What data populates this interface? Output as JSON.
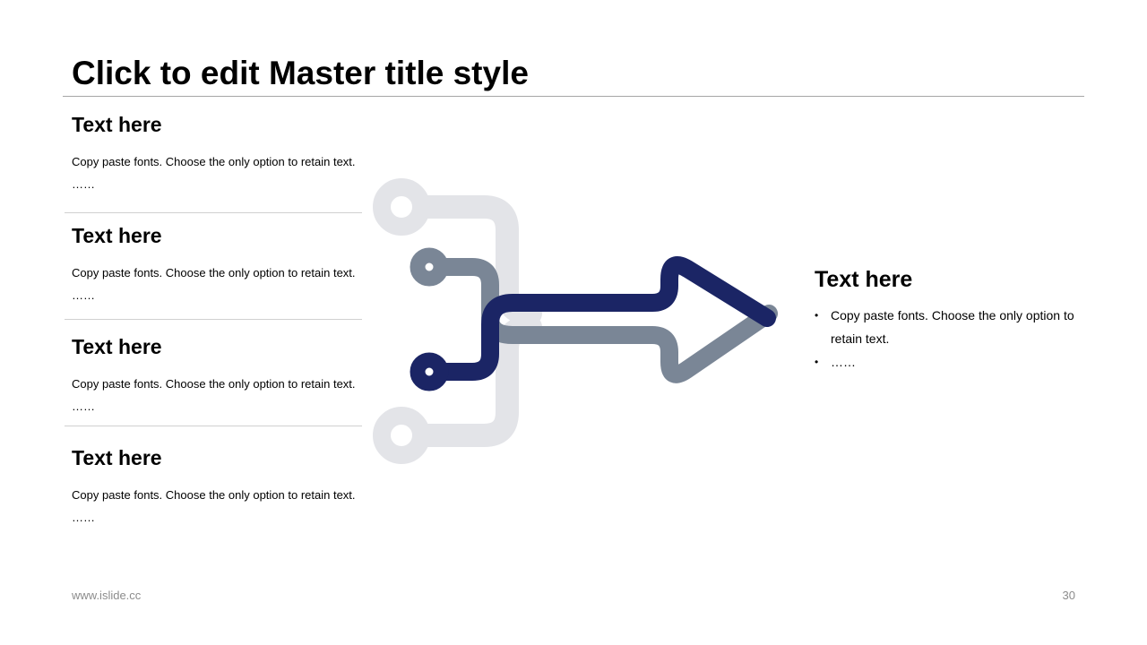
{
  "slide": {
    "title": "Click to edit Master title style",
    "items": [
      {
        "heading": "Text here",
        "line1": "Copy paste fonts. Choose the only option to retain text.",
        "line2": "……"
      },
      {
        "heading": "Text here",
        "line1": "Copy paste fonts. Choose the only option to retain text.",
        "line2": "……"
      },
      {
        "heading": "Text here",
        "line1": "Copy paste fonts. Choose the only option to retain text.",
        "line2": "……"
      },
      {
        "heading": "Text here",
        "line1": "Copy paste fonts. Choose the only option to retain text.",
        "line2": "……"
      }
    ],
    "right": {
      "heading": "Text here",
      "bullets": [
        "Copy paste fonts. Choose the only option to retain text.",
        "……"
      ],
      "bullet_marker": "•"
    },
    "footer": {
      "website": "www.islide.cc",
      "page_number": "30"
    }
  },
  "colors": {
    "navy": "#1b2565",
    "slate": "#7a8696",
    "light_gray": "#e3e4e8",
    "rule": "#a6a6a6",
    "footer_text": "#8c8c8c"
  },
  "icons": [
    "merging-arrow-graphic"
  ]
}
